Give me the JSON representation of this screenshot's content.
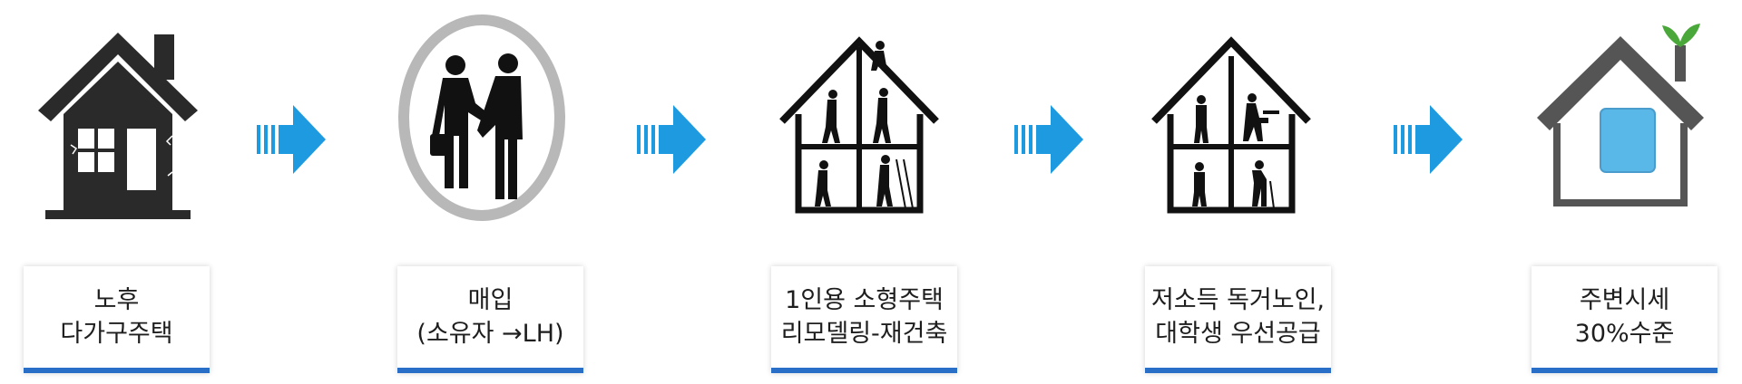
{
  "steps": [
    {
      "icon": "old-house-icon",
      "lines": [
        "노후",
        "다가구주택"
      ]
    },
    {
      "icon": "handshake-icon",
      "lines": [
        "매입",
        "(소유자 →LH)"
      ]
    },
    {
      "icon": "remodeling-house-icon",
      "lines": [
        "1인용 소형주택",
        "리모델링-재건축"
      ]
    },
    {
      "icon": "elderly-residents-house-icon",
      "lines": [
        "저소득 독거노인,",
        "대학생 우선공급"
      ]
    },
    {
      "icon": "new-house-icon",
      "lines": [
        "주변시세",
        "30%수준"
      ]
    }
  ],
  "colors": {
    "arrow": "#1e9be0",
    "accent_line": "#2a6fc7",
    "icon_dark": "#222222",
    "icon_gray": "#b8b8b8",
    "window_blue": "#5ab8e8",
    "sprout_green": "#4aa83a"
  }
}
